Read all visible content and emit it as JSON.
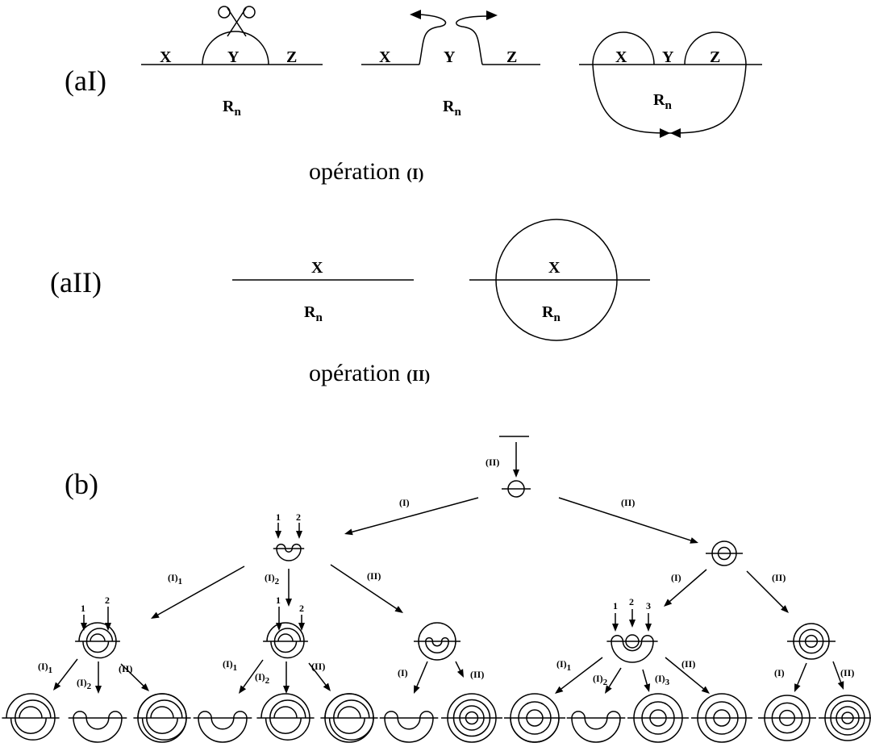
{
  "panels": {
    "aI": "(aI)",
    "aII": "(aII)",
    "b": "(b)"
  },
  "operation_I": {
    "word": "opération",
    "tag": "(I)"
  },
  "operation_II": {
    "word": "opération",
    "tag": "(II)"
  },
  "letters": {
    "x": "X",
    "y": "Y",
    "z": "Z",
    "r": "R",
    "n": "n"
  },
  "tree": {
    "op_I": "(I)",
    "op_II": "(II)",
    "op_I_base": "(I)",
    "idx1": "1",
    "idx2": "2",
    "idx3": "3"
  }
}
